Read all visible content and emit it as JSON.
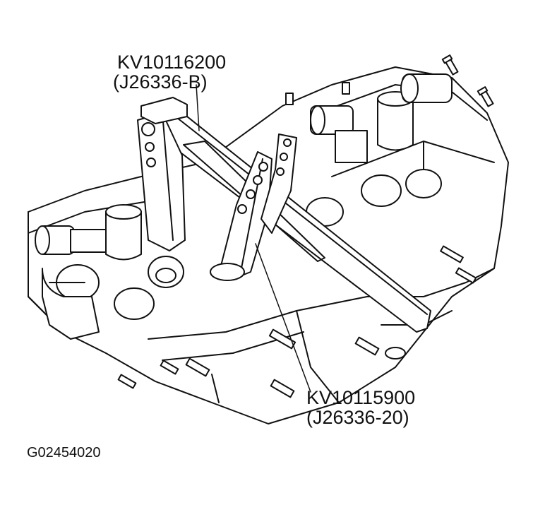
{
  "labels": {
    "tool_top_part": "KV10116200",
    "tool_top_alt": "(J26336-B)",
    "tool_bottom_part": "KV10115900",
    "tool_bottom_alt": "(J26336-20)"
  },
  "figure_id": "G02454020"
}
